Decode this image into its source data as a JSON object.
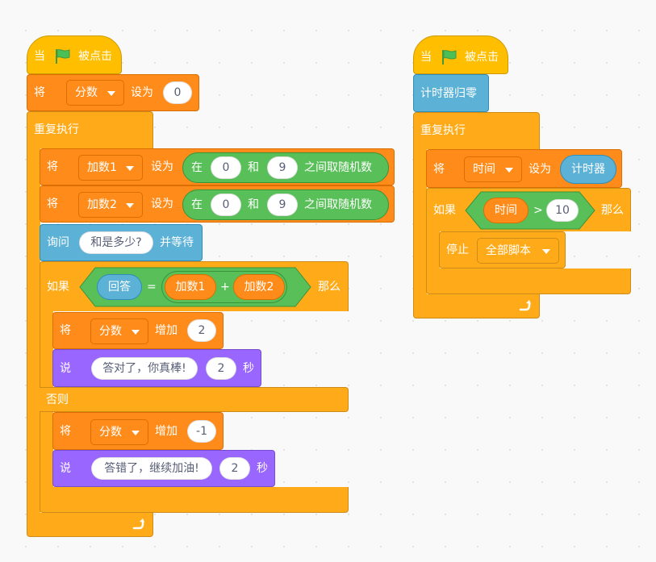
{
  "script1": {
    "hat": {
      "when": "当",
      "clicked": "被点击"
    },
    "set_block": {
      "set": "将",
      "var": "分数",
      "to": "设为",
      "value": "0"
    },
    "forever": "重复执行",
    "set1": {
      "set": "将",
      "var": "加数1",
      "to": "设为",
      "pick_in": "在",
      "from": "0",
      "and": "和",
      "to_val": "9",
      "random": "之间取随机数"
    },
    "set2": {
      "set": "将",
      "var": "加数2",
      "to": "设为",
      "pick_in": "在",
      "from": "0",
      "and": "和",
      "to_val": "9",
      "random": "之间取随机数"
    },
    "ask": {
      "ask": "询问",
      "question": "和是多少?",
      "wait": "并等待"
    },
    "if_block": {
      "if": "如果",
      "answer": "回答",
      "eq": "=",
      "a": "加数1",
      "plus": "+",
      "b": "加数2",
      "then": "那么"
    },
    "change_ok": {
      "set": "将",
      "var": "分数",
      "change": "增加",
      "value": "2"
    },
    "say_ok": {
      "say": "说",
      "msg": "答对了，你真棒!",
      "secs": "2",
      "unit": "秒"
    },
    "else": "否则",
    "change_bad": {
      "set": "将",
      "var": "分数",
      "change": "增加",
      "value": "-1"
    },
    "say_bad": {
      "say": "说",
      "msg": "答错了，继续加油!",
      "secs": "2",
      "unit": "秒"
    }
  },
  "script2": {
    "hat": {
      "when": "当",
      "clicked": "被点击"
    },
    "reset": "计时器归零",
    "forever": "重复执行",
    "set_time": {
      "set": "将",
      "var": "时间",
      "to": "设为",
      "timer": "计时器"
    },
    "if_block": {
      "if": "如果",
      "var": "时间",
      "gt": ">",
      "value": "10",
      "then": "那么"
    },
    "stop": {
      "stop": "停止",
      "option": "全部脚本"
    }
  },
  "icons": {
    "flag": "green-flag-icon",
    "loop": "loop-arrow-icon"
  },
  "colors": {
    "events": "#ffbf00",
    "control": "#ffab19",
    "variables": "#ff8c1a",
    "sensing": "#5cb1d6",
    "looks": "#9966ff",
    "operators": "#59c059"
  }
}
